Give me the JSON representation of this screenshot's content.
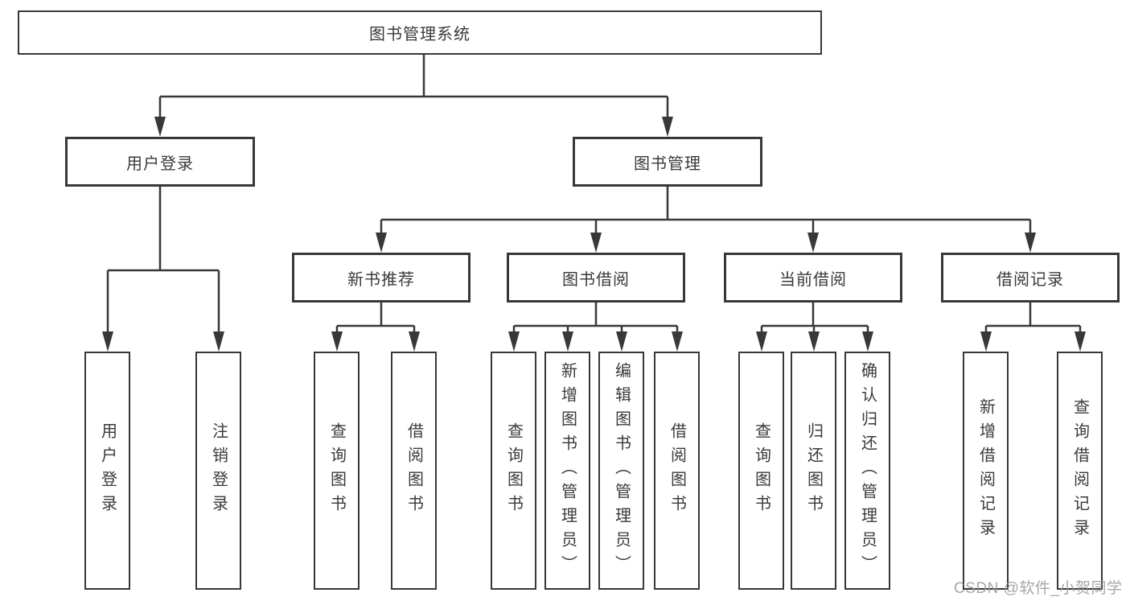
{
  "diagram": {
    "root": {
      "label": "图书管理系统"
    },
    "branches": [
      {
        "label": "用户登录",
        "leaves": [
          {
            "label": "用户登录"
          },
          {
            "label": "注销登录"
          }
        ]
      },
      {
        "label": "图书管理",
        "groups": [
          {
            "label": "新书推荐",
            "leaves": [
              {
                "label": "查询图书"
              },
              {
                "label": "借阅图书"
              }
            ]
          },
          {
            "label": "图书借阅",
            "leaves": [
              {
                "label": "查询图书"
              },
              {
                "label": "新增图书（管理员）"
              },
              {
                "label": "编辑图书（管理员）"
              },
              {
                "label": "借阅图书"
              }
            ]
          },
          {
            "label": "当前借阅",
            "leaves": [
              {
                "label": "查询图书"
              },
              {
                "label": "归还图书"
              },
              {
                "label": "确认归还（管理员）"
              }
            ]
          },
          {
            "label": "借阅记录",
            "leaves": [
              {
                "label": "新增借阅记录"
              },
              {
                "label": "查询借阅记录"
              }
            ]
          }
        ]
      }
    ]
  },
  "watermark": {
    "text": "CSDN @软件_小贺同学"
  },
  "colors": {
    "line": "#383838",
    "text": "#3a3a3a",
    "watermark": "#9b9b9b",
    "background": "#ffffff"
  }
}
